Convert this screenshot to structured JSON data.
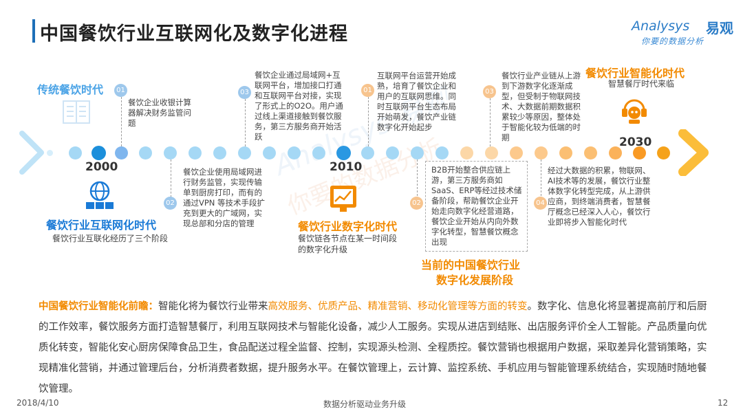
{
  "header": {
    "title": "中国餐饮行业互联网化及数字化进程",
    "logo_en": "Analysys",
    "logo_cn": "易观",
    "logo_tagline": "你要的数据分析"
  },
  "timeline": {
    "years": [
      "2000",
      "2010",
      "2030"
    ],
    "eras": [
      {
        "title": "传统餐饮时代",
        "note_badge": "01",
        "note": "餐饮企业收银计算器解决财务监管问题"
      },
      {
        "title": "餐饮行业互联网化时代",
        "desc": "餐饮行业互联化经历了三个阶段"
      },
      {
        "title": "餐饮行业数字化时代",
        "desc": "餐饮链各节点在某一时间段的数字化升级"
      },
      {
        "title": "餐饮行业智能化时代",
        "desc": "智慧餐厅时代来临"
      }
    ],
    "internet_steps": [
      {
        "badge": "01",
        "text": "餐饮企业收银计算器解决财务监管问题"
      },
      {
        "badge": "02",
        "text": "餐饮企业使用局域网进行财务监管，实现传输单到厨房打印，而有的通过VPN 等技术手段扩充到更大的广域网，实现总部和分店的管理"
      },
      {
        "badge": "03",
        "text": "餐饮企业通过局域网+互联网平台，增加接口打通和互联网平台对接，实现了形式上的O2O。用户通过线上渠道接触到餐饮服务，第三方服务商开始活跃"
      }
    ],
    "digital_steps": [
      {
        "badge": "01",
        "text": "互联网平台运营开始成熟，培育了餐饮企业和用户的互联网思维。同时互联网平台生态布局开始萌发，餐饮产业链数字化开始起步"
      },
      {
        "badge": "02",
        "text": "B2B开始整合供应链上游，第三方服务商如SaaS、ERP等经过技术储备阶段，帮助餐饮企业开始走向数字化经营道路，餐饮企业开始从内向外数字化转型，智慧餐饮概念出现"
      },
      {
        "badge": "03",
        "text": "餐饮行业产业链从上游到下游数字化逐渐成型，但受制于物联网技术、大数据前期数据积累较少等原因，整体处于智能化较为低端的时期"
      },
      {
        "badge": "04",
        "text": "经过大数据的积累，物联网、AI技术等的发展，餐饮行业整体数字化转型完成，从上游供应商，到终端消费者，智慧餐厅概念已经深入人心，餐饮行业即将步入智能化时代"
      }
    ],
    "current_stage": [
      "当前的中国餐饮行业",
      "数字化发展阶段"
    ]
  },
  "outlook": {
    "heading": "中国餐饮行业智能化前瞻：",
    "intro": "智能化将为餐饮行业带来",
    "highlight": "高效服务、优质产品、精准营销、移动化管理等方面的转变",
    "body": "。数字化、信息化将显著提高前厅和后厨的工作效率，餐饮服务方面打造智慧餐厅，利用互联网技术与智能化设备，减少人工服务。实现从进店到结账、出店服务评价全人工智能。产品质量向优质化转变，智能化安心厨房保障食品卫生，食品配送过程全监督、控制，实现源头检测、全程质控。餐饮营销也根据用户数据，采取差异化营销策略，实现精准化营销，并通过管理后台，分析消费者数据，提升服务水平。在餐饮管理上，云计算、监控系统、手机应用与智能管理系统结合，实现随时随地餐饮管理。"
  },
  "footer": {
    "date": "2018/4/10",
    "center": "数据分析驱动业务升级",
    "page": "12"
  },
  "colors": {
    "accent_blue": "#1a7ad6",
    "accent_orange": "#f28a00",
    "dot_light_blue": "#9ed3f2",
    "dot_orange": "#fbbf73"
  }
}
